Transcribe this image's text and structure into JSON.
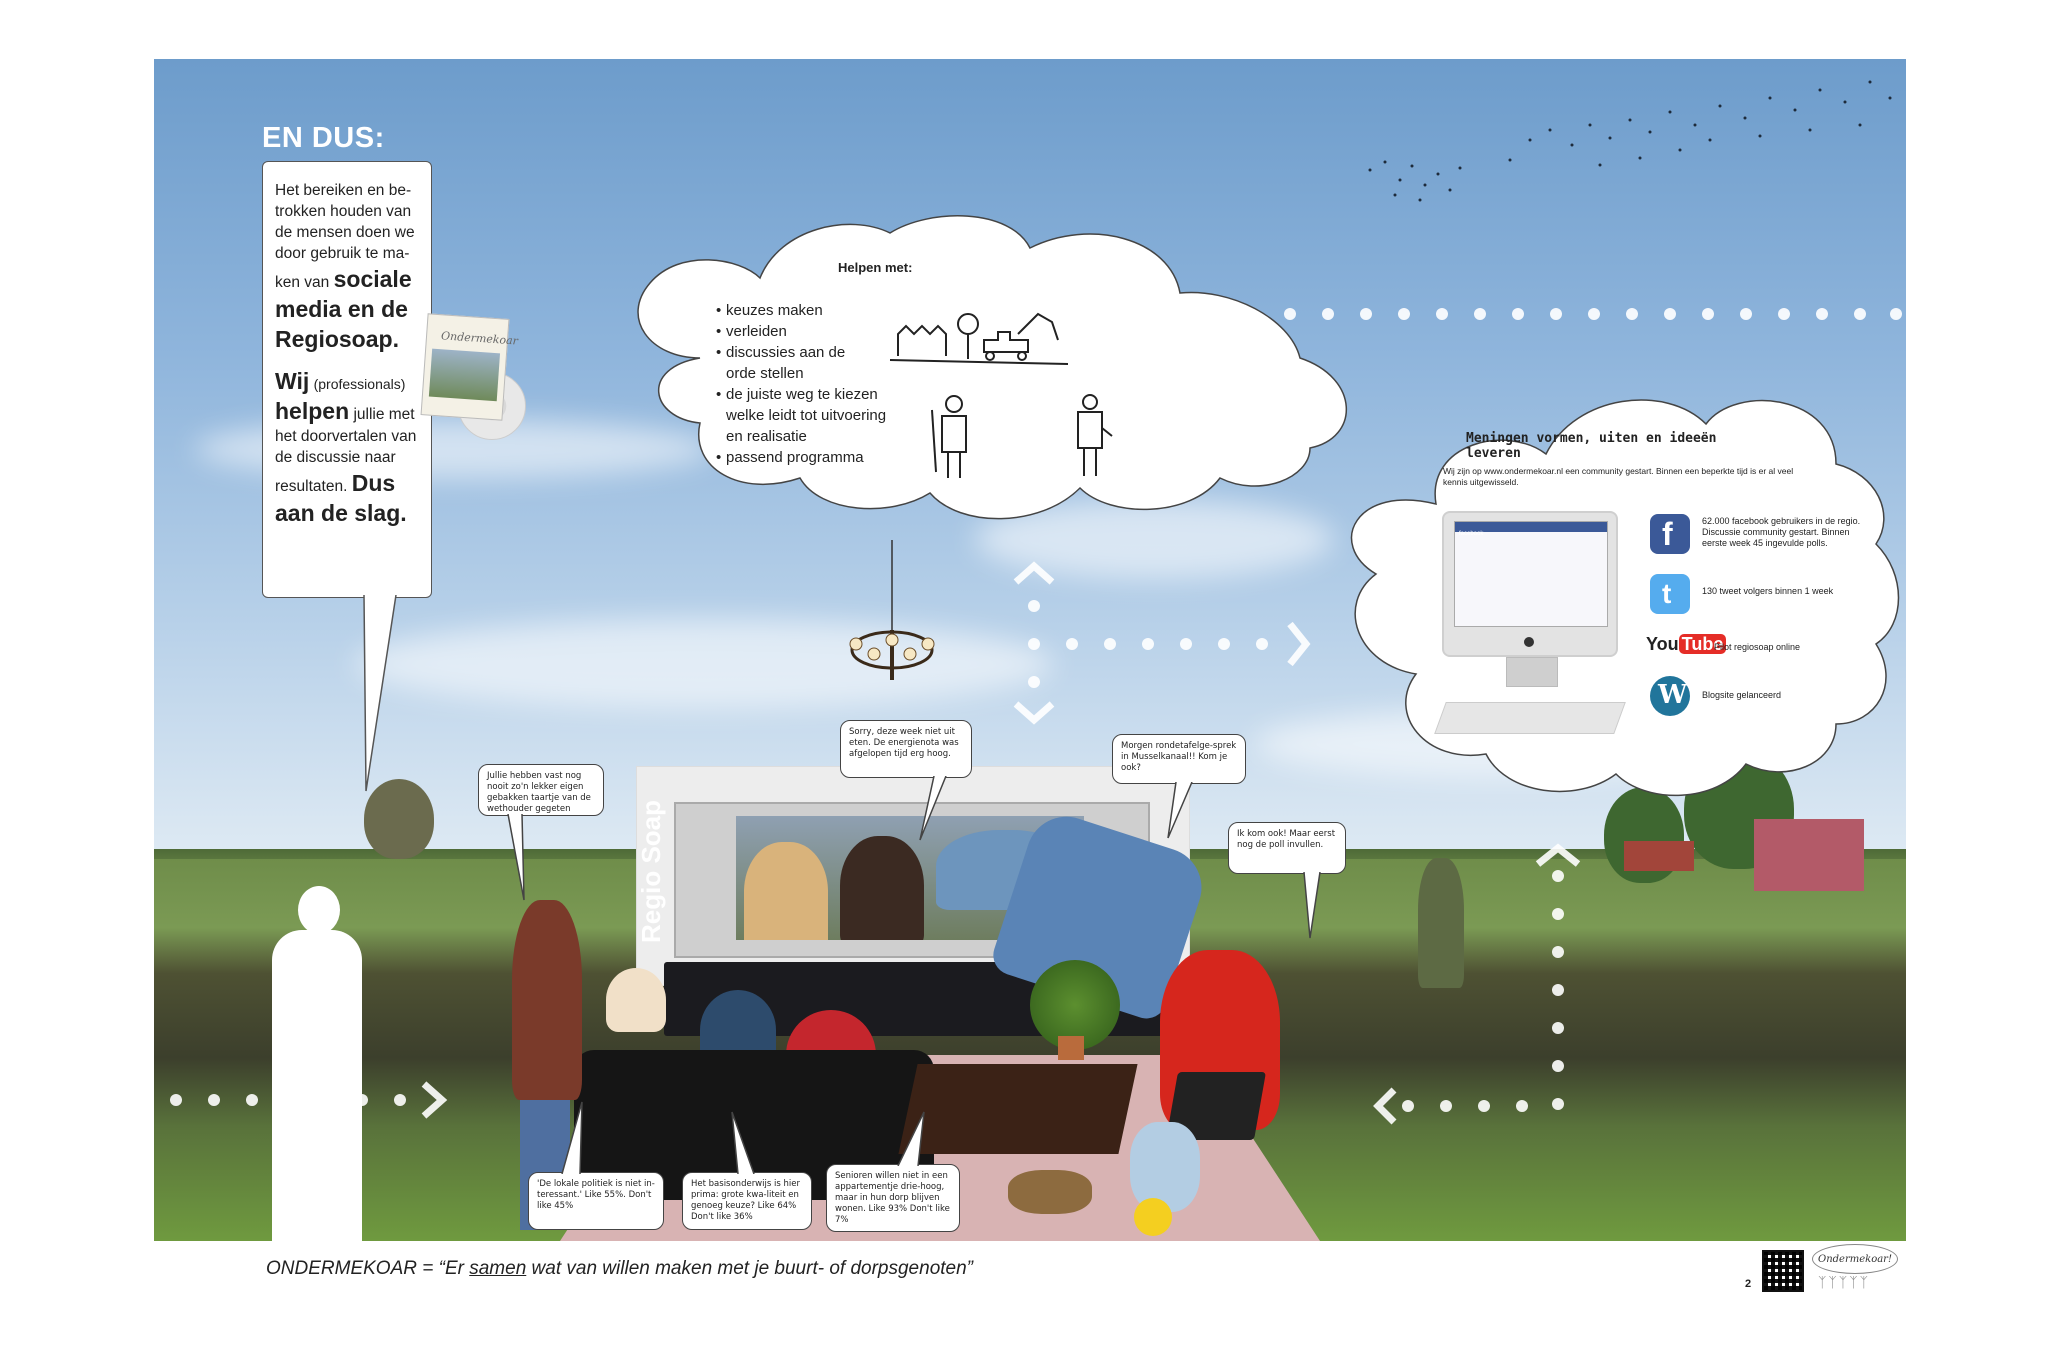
{
  "left_box": {
    "title": "EN DUS:",
    "p1": "Het bereiken en be-trokken houden van de mensen doen we door gebruik te ma-ken van",
    "p1_big": "sociale media en de Regiosoap.",
    "p2_big_a": "Wij",
    "p2_small": "(professionals)",
    "p2_big_b": "helpen",
    "p2_text": "jullie met het doorvertalen van de discussie naar resultaten.",
    "p2_big_c": "Dus aan de slag."
  },
  "magazine": {
    "name": "Ondermekoar"
  },
  "helpen_cloud": {
    "title": "Helpen met:",
    "items": [
      "keuzes maken",
      "verleiden",
      "discussies aan de",
      "orde stellen",
      "de juiste weg te kiezen",
      "welke leidt tot uitvoering",
      "en realisatie",
      "passend programma"
    ]
  },
  "meningen_cloud": {
    "title": "Meningen vormen, uiten en ideeën leveren",
    "subtitle": "Wij zijn op www.ondermekoar.nl een community gestart.  Binnen een beperkte tijd is er al veel kennis uitgewisseld.",
    "facebook": "62.000 facebook gebruikers in de regio. Discussie community gestart. Binnen eerste week 45 ingevulde polls.",
    "twitter": "130 tweet volgers binnen 1 week",
    "youtube": "Pilot regiosoap online",
    "youtube_logo_you": "You",
    "youtube_logo_tube": "Tube",
    "wordpress": "Blogsite gelanceerd",
    "screen_brand": "facebook"
  },
  "speech": {
    "taartje": "Jullie hebben vast nog nooit zo'n lekker eigen gebakken taartje van de wethouder gegeten",
    "sorry": "Sorry, deze week niet uit eten. De energienota was afgelopen tijd erg hoog.",
    "morgen": "Morgen rondetafelge-sprek in Musselkanaal!! Kom je ook?",
    "ikkom": "Ik kom ook! Maar eerst nog de poll invullen.",
    "politiek": "'De lokale politiek is niet in-teressant.' Like 55%. Don't like 45%",
    "basisonderwijs": "Het basisonderwijs is hier prima: grote kwa-liteit en genoeg keuze? Like 64% Don't like 36%",
    "senioren": "Senioren willen niet in een appartementje drie-hoog, maar in hun dorp blijven wonen. Like 93% Don't like 7%"
  },
  "tv": {
    "vertical_label": "Regio Soap"
  },
  "footer": {
    "prefix": "ONDERMEKOAR = “Er",
    "underlined": "samen",
    "suffix": "wat van willen maken met je buurt- of dorpsgenoten”",
    "page_number": "2",
    "logo": "Ondermekoar!"
  },
  "colors": {
    "sky_top": "#6d9ccb",
    "facebook": "#3b5998",
    "twitter": "#55acee",
    "youtube_red": "#e52d27"
  }
}
